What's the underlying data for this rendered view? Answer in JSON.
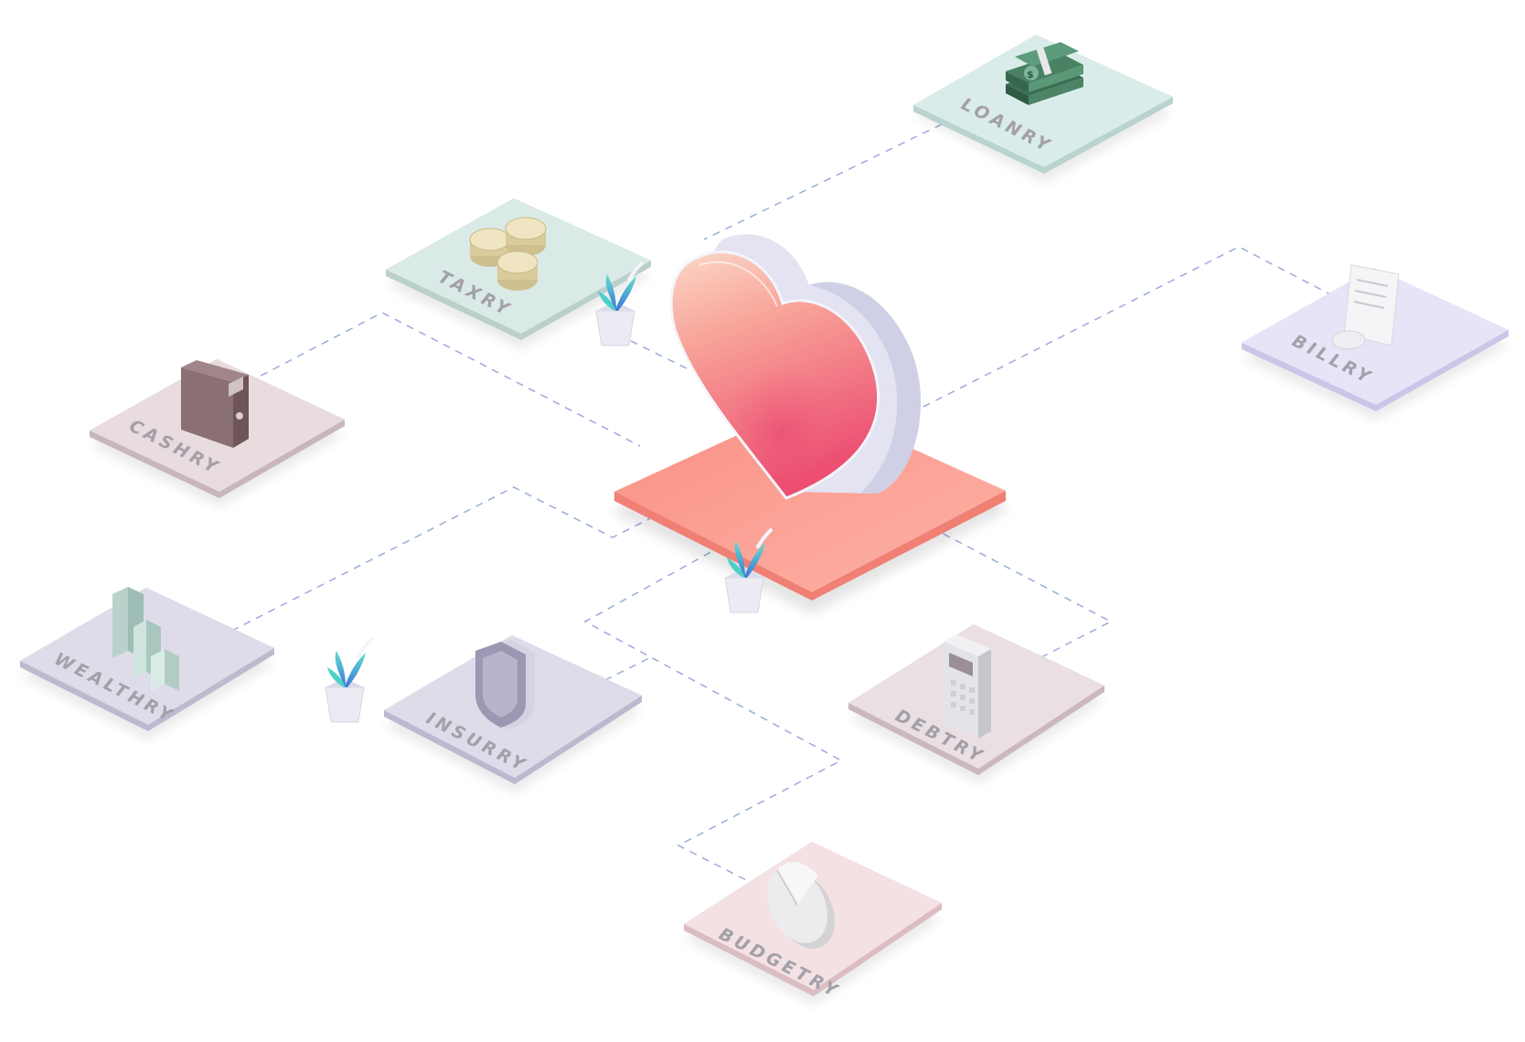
{
  "diagram": {
    "center": {
      "icon": "heart-icon",
      "platform_color": "#fb9b8e",
      "heart_front_color": "#f2607a",
      "heart_side_color": "#e6e6f3"
    },
    "modules": [
      {
        "id": "loanry",
        "label": "LOANRY",
        "icon": "money-stack-icon",
        "color": "#daece9"
      },
      {
        "id": "taxry",
        "label": "TAXRY",
        "icon": "coins-icon",
        "color": "#daeae6"
      },
      {
        "id": "billry",
        "label": "BILLRY",
        "icon": "receipt-icon",
        "color": "#e5e1f5"
      },
      {
        "id": "cashry",
        "label": "CASHRY",
        "icon": "wallet-icon",
        "color": "#e8dcde"
      },
      {
        "id": "wealthry",
        "label": "WEALTHRY",
        "icon": "bar-chart-icon",
        "color": "#dedce9"
      },
      {
        "id": "insurry",
        "label": "INSURRY",
        "icon": "shield-icon",
        "color": "#dfdce9"
      },
      {
        "id": "debtry",
        "label": "DEBTRY",
        "icon": "calculator-icon",
        "color": "#eadfe2"
      },
      {
        "id": "budgetry",
        "label": "BUDGETRY",
        "icon": "pie-chart-icon",
        "color": "#f3e1e3"
      }
    ],
    "plants": [
      "plant-icon",
      "plant-icon",
      "plant-icon"
    ],
    "connector_color": "#9fb0dc"
  }
}
